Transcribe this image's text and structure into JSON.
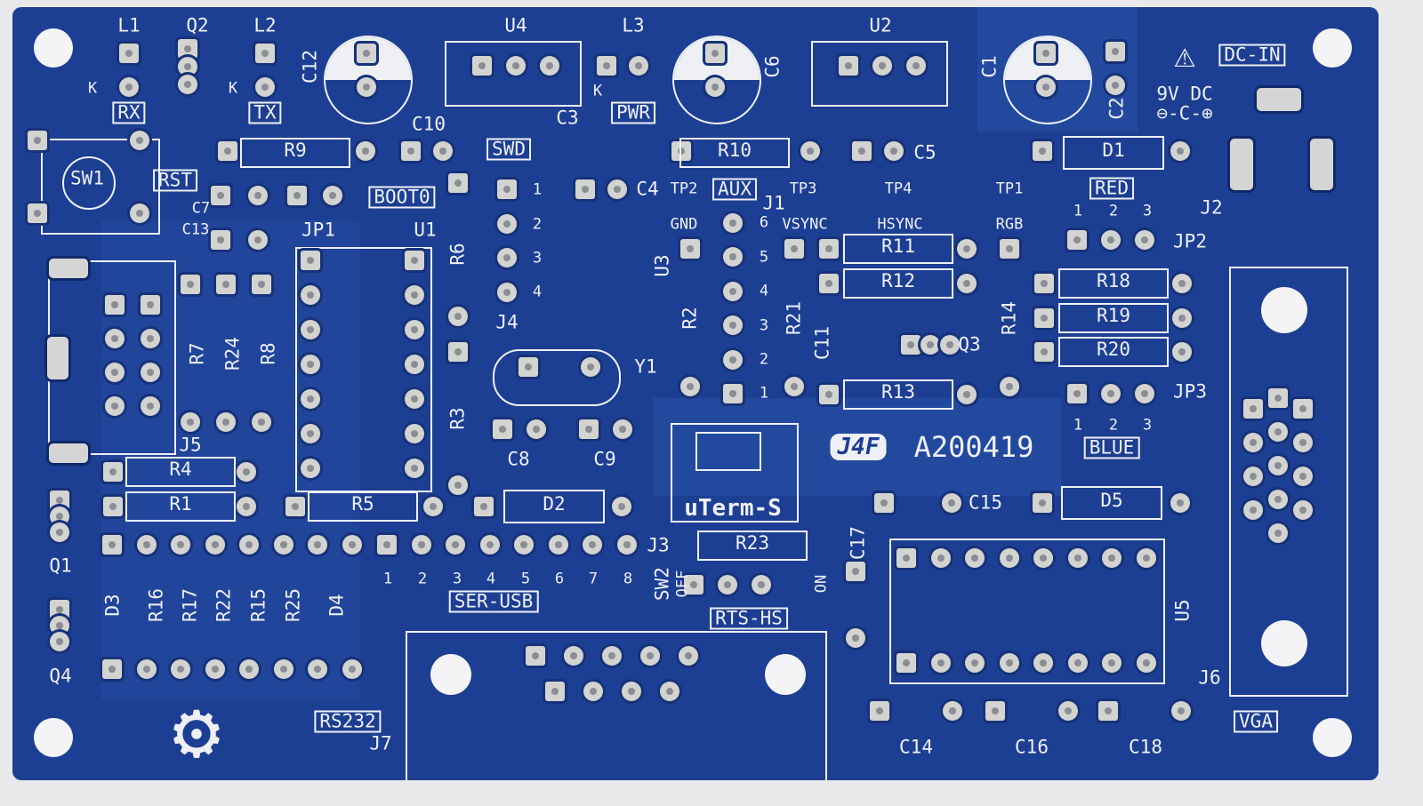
{
  "board": {
    "title": "uTerm-S",
    "revision": "A200419",
    "logo": "J4F",
    "colors": {
      "soldermask": "#1d3f93",
      "silkscreen": "#eef0f4",
      "pad": "#d3d3d0",
      "substrate": "#e9e9ec"
    }
  },
  "silkscreen": {
    "L1": "L1",
    "Q2": "Q2",
    "L2": "L2",
    "C12": "C12",
    "U4": "U4",
    "L3": "L3",
    "C6": "C6",
    "U2": "U2",
    "C1": "C1",
    "DCIN": "DC-IN",
    "C2": "C2",
    "RX": "RX",
    "TX": "TX",
    "PWR": "PWR",
    "K": "K",
    "V9DC": "9V DC",
    "C10": "C10",
    "C3": "C3",
    "SWD": "SWD",
    "R10": "R10",
    "C5": "C5",
    "D1": "D1",
    "R9": "R9",
    "SW1": "SW1",
    "RST": "RST",
    "BOOT0": "BOOT0",
    "C4": "C4",
    "TP2": "TP2",
    "AUX": "AUX",
    "TP3": "TP3",
    "TP4": "TP4",
    "TP1": "TP1",
    "RED": "RED",
    "J1": "J1",
    "J2": "J2",
    "C7": "C7",
    "C13": "C13",
    "JP1": "JP1",
    "U1": "U1",
    "GND": "GND",
    "VSYNC": "VSYNC",
    "HSYNC": "HSYNC",
    "RGB": "RGB",
    "JP2": "JP2",
    "R6": "R6",
    "R11": "R11",
    "R12": "R12",
    "R18": "R18",
    "R19": "R19",
    "R20": "R20",
    "U3": "U3",
    "R2": "R2",
    "R21": "R21",
    "C11": "C11",
    "Q3": "Q3",
    "R14": "R14",
    "J4": "J4",
    "R7": "R7",
    "R24": "R24",
    "R8": "R8",
    "Y1": "Y1",
    "R13": "R13",
    "JP3": "JP3",
    "BLUE": "BLUE",
    "R3": "R3",
    "C8": "C8",
    "C9": "C9",
    "J5": "J5",
    "R4": "R4",
    "R1": "R1",
    "R5": "R5",
    "D2": "D2",
    "C15": "C15",
    "D5": "D5",
    "J3": "J3",
    "R23": "R23",
    "C17": "C17",
    "SW2": "SW2",
    "OFF": "OFF",
    "ON": "ON",
    "SERUSB": "SER-USB",
    "RTSHS": "RTS-HS",
    "Q1": "Q1",
    "D3": "D3",
    "R16": "R16",
    "R17": "R17",
    "R22": "R22",
    "R15": "R15",
    "R25": "R25",
    "D4": "D4",
    "U5": "U5",
    "J6": "J6",
    "Q4": "Q4",
    "RS232": "RS232",
    "J7": "J7",
    "VGA": "VGA",
    "C14": "C14",
    "C16": "C16",
    "C18": "C18"
  },
  "pin_numbers": [
    "1",
    "2",
    "3",
    "4",
    "5",
    "6",
    "7",
    "8"
  ]
}
